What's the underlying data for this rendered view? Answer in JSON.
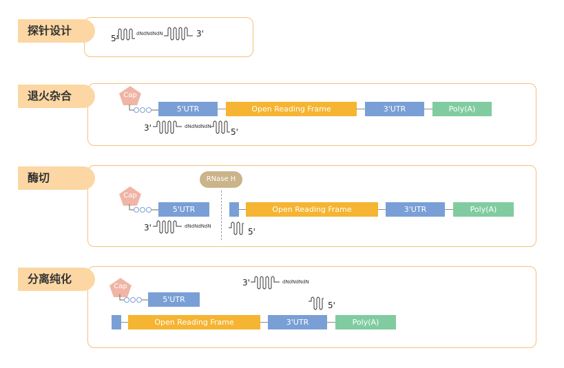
{
  "sections": {
    "probe": {
      "title": "探针设计"
    },
    "anneal": {
      "title": "退火杂合"
    },
    "cleave": {
      "title": "酶切"
    },
    "separate": {
      "title": "分离纯化"
    }
  },
  "labels": {
    "five_prime": "5'",
    "three_prime": "3'",
    "probe_seq": "dNdNdNdN",
    "cap": "Cap",
    "utr5": "5'UTR",
    "orf": "Open Reading Frame",
    "utr3": "3'UTR",
    "polya": "Poly(A)",
    "rnase": "RNase H"
  },
  "colors": {
    "tag_bg": "#fcd7a3",
    "border": "#f3c07b",
    "utr": "#7a9fd6",
    "orf": "#f5b431",
    "polya": "#80cca0",
    "cap": "#f0b5a5",
    "rnase": "#cbb38a"
  }
}
